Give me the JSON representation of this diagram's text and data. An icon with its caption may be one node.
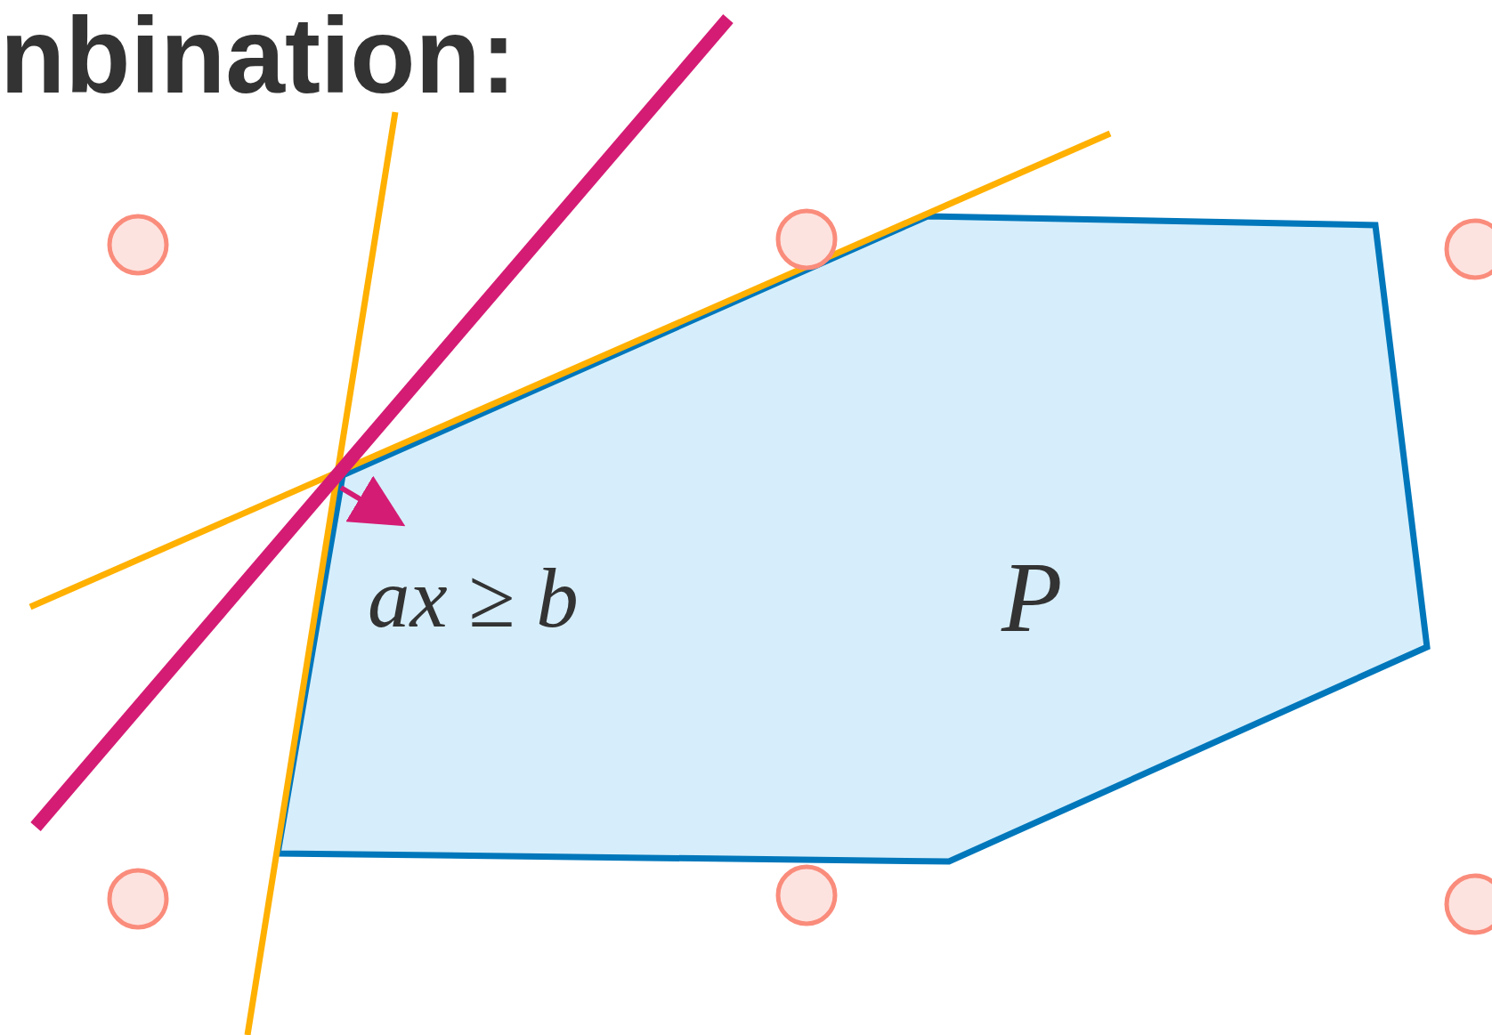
{
  "diagram": {
    "title": "nbination:",
    "nodes": [
      {
        "text": [
          "P"
        ]
      }
    ],
    "labels": [
      "*ax* ≥ *b*"
    ]
  }
}
